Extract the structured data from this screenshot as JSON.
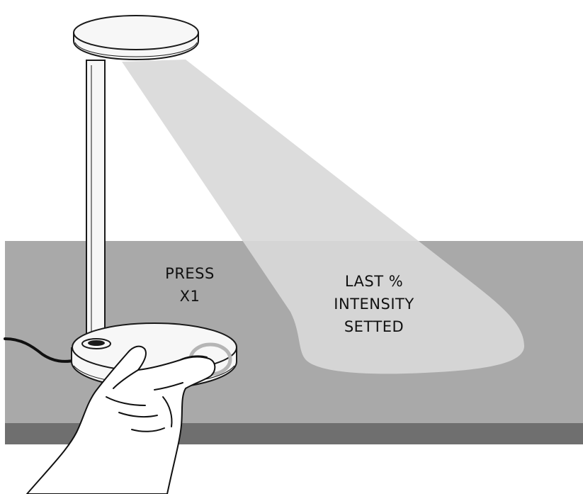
{
  "press_instruction": {
    "line1": "PRESS",
    "line2": "X1"
  },
  "result_text": {
    "line1": "LAST %",
    "line2": "INTENSITY",
    "line3": "SETTED"
  },
  "colors": {
    "desk_top": "#a9a9a9",
    "desk_edge": "#6f6f6f",
    "light_beam": "#d9d9d9",
    "lamp_fill": "#f7f7f7",
    "outline": "#1a1a1a",
    "touch_ring": "#b5b5b5"
  }
}
